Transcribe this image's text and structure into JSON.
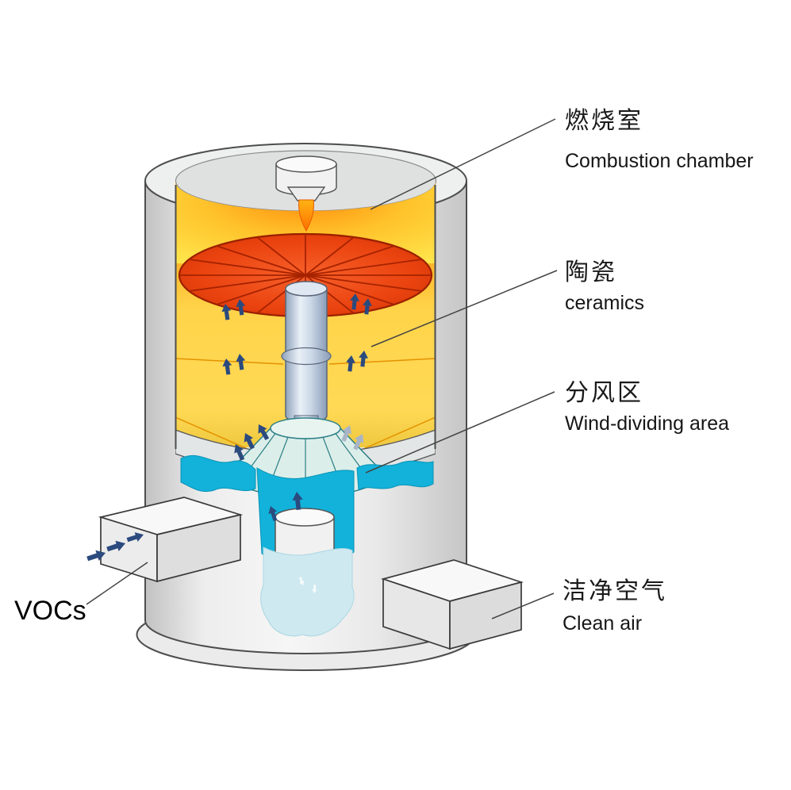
{
  "labels": {
    "combustion_chamber": {
      "zh": "燃烧室",
      "en": "Combustion chamber"
    },
    "ceramics": {
      "zh": "陶瓷",
      "en": "ceramics"
    },
    "wind_dividing_area": {
      "zh": "分风区",
      "en": "Wind-dividing area"
    },
    "clean_air": {
      "zh": "洁净空气",
      "en": "Clean air"
    },
    "vocs": {
      "label": "VOCs"
    }
  },
  "colors": {
    "shell_gray": "#ececec",
    "combustion_orange": "#ff9010",
    "combustion_yellow": "#ffe74e",
    "ceramic_disc_red": "#ea430f",
    "ceramic_yellow": "#ffd84e",
    "column_blue_gray": "#cdd9e8",
    "cone_teal_outline": "#2b7f86",
    "airflow_cyan": "#12b2da",
    "clean_air_pale": "#cfe9f0",
    "arrow_navy": "#2b4a7e",
    "arrow_gray": "#a9b5c7"
  }
}
